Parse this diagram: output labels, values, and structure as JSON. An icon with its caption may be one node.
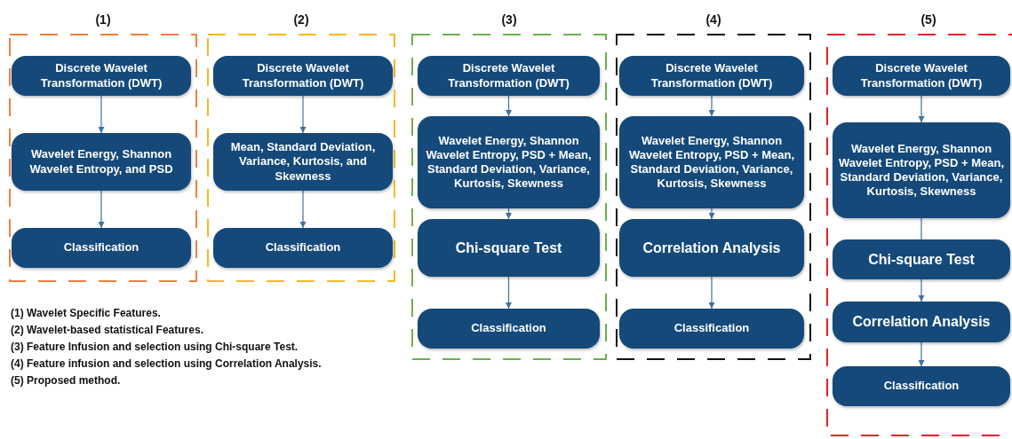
{
  "diagram": {
    "nodes": [
      {
        "text": [
          "(1)"
        ]
      },
      {
        "text": [
          "Discrete Wavelet Transformation (DWT)"
        ],
        "in": 0
      },
      {
        "text": [
          "Wavelet Energy, Shannon Wavelet Entropy, and PSD"
        ],
        "in": 0
      },
      {
        "text": [
          "Classification"
        ],
        "in": 0
      },
      {
        "text": [
          "(2)"
        ]
      },
      {
        "text": [
          "Discrete Wavelet Transformation (DWT)"
        ],
        "in": 4
      },
      {
        "text": [
          "Mean, Standard Deviation, Variance, Kurtosis, and Skewness"
        ],
        "in": 4
      },
      {
        "text": [
          "Classification"
        ],
        "in": 4
      },
      {
        "text": [
          "(3)"
        ]
      },
      {
        "text": [
          "Discrete Wavelet Transformation (DWT)"
        ],
        "in": 8
      },
      {
        "text": [
          "Wavelet Energy, Shannon Wavelet Entropy, PSD + Mean, Standard Deviation, Variance, Kurtosis, Skewness"
        ],
        "in": 8
      },
      {
        "text": [
          "Chi-square Test"
        ],
        "in": 8
      },
      {
        "text": [
          "Classification"
        ],
        "in": 8
      },
      {
        "text": [
          "(4)"
        ]
      },
      {
        "text": [
          "Discrete Wavelet Transformation (DWT)"
        ],
        "in": 13
      },
      {
        "text": [
          "Wavelet Energy, Shannon Wavelet Entropy, PSD + Mean, Standard Deviation, Variance, Kurtosis, Skewness"
        ],
        "in": 13
      },
      {
        "text": [
          "Correlation Analysis"
        ],
        "in": 13
      },
      {
        "text": [
          "Classification"
        ],
        "in": 13
      },
      {
        "text": [
          "(5)"
        ]
      },
      {
        "text": [
          "Discrete Wavelet Transformation (DWT)"
        ],
        "in": 18
      },
      {
        "text": [
          "Wavelet Energy, Shannon Wavelet Entropy, PSD + Mean, Standard Deviation, Variance, Kurtosis, Skewness"
        ],
        "in": 18
      },
      {
        "text": [
          "Chi-square Test"
        ],
        "in": 18
      },
      {
        "text": [
          "Correlation Analysis"
        ],
        "in": 18
      },
      {
        "text": [
          "Classification"
        ],
        "in": 18
      }
    ],
    "edges": [
      {
        "from": 1,
        "to": 2,
        "arrow": "to"
      },
      {
        "from": 2,
        "to": 3,
        "arrow": "to"
      },
      {
        "from": 5,
        "to": 6,
        "arrow": "to"
      },
      {
        "from": 6,
        "to": 7,
        "arrow": "to"
      },
      {
        "from": 9,
        "to": 10,
        "arrow": "to"
      },
      {
        "from": 10,
        "to": 11,
        "arrow": "to"
      },
      {
        "from": 11,
        "to": 12,
        "arrow": "to"
      },
      {
        "from": 14,
        "to": 15,
        "arrow": "to"
      },
      {
        "from": 15,
        "to": 16,
        "arrow": "to"
      },
      {
        "from": 16,
        "to": 17,
        "arrow": "to"
      },
      {
        "from": 19,
        "to": 20,
        "arrow": "to"
      },
      {
        "from": 20,
        "to": 21,
        "arrow": "none"
      },
      {
        "from": 21,
        "to": 22,
        "arrow": "to"
      },
      {
        "from": 22,
        "to": 23,
        "arrow": "to"
      }
    ],
    "labels": [
      "(1) Wavelet Specific Features.",
      "(2) Wavelet-based statistical Features.",
      "(3) Feature Infusion and selection using Chi-square Test.",
      "(4) Feature infusion and selection using Correlation Analysis.",
      "(5) Proposed method."
    ]
  }
}
